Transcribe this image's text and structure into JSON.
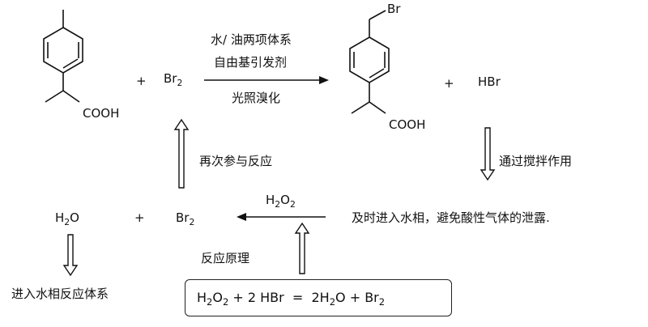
{
  "reaction": {
    "reagent": "Br",
    "reagent_sub": "2",
    "product_substituent": "Br",
    "byproduct": "HBr",
    "acid_group": "COOH",
    "plus": "+"
  },
  "conditions": {
    "line1": "水/ 油两项体系",
    "line2": "自由基引发剂",
    "line3": "光照溴化"
  },
  "notes": {
    "reenter": "再次参与反应",
    "stirring": "通过搅拌作用",
    "aqueous_note": "及时进入水相，避免酸性气体的泄露.",
    "principle": "反应原理",
    "enter_aqueous": "进入水相反应体系"
  },
  "regeneration": {
    "water": "H",
    "water_sub": "2",
    "water_tail": "O",
    "bromine": "Br",
    "bromine_sub": "2",
    "peroxide": "H",
    "peroxide_sub1": "2",
    "peroxide_mid": "O",
    "peroxide_sub2": "2",
    "plus": "+"
  },
  "equation": {
    "lhs1": "H",
    "lhs1_sub1": "2",
    "lhs1_mid": "O",
    "lhs1_sub2": "2",
    "plus1": " + ",
    "lhs2": "2 HBr",
    "eq": "  =  ",
    "rhs1": "2H",
    "rhs1_sub": "2",
    "rhs1_tail": "O",
    "plus2": " + ",
    "rhs2": "Br",
    "rhs2_sub": "2"
  }
}
